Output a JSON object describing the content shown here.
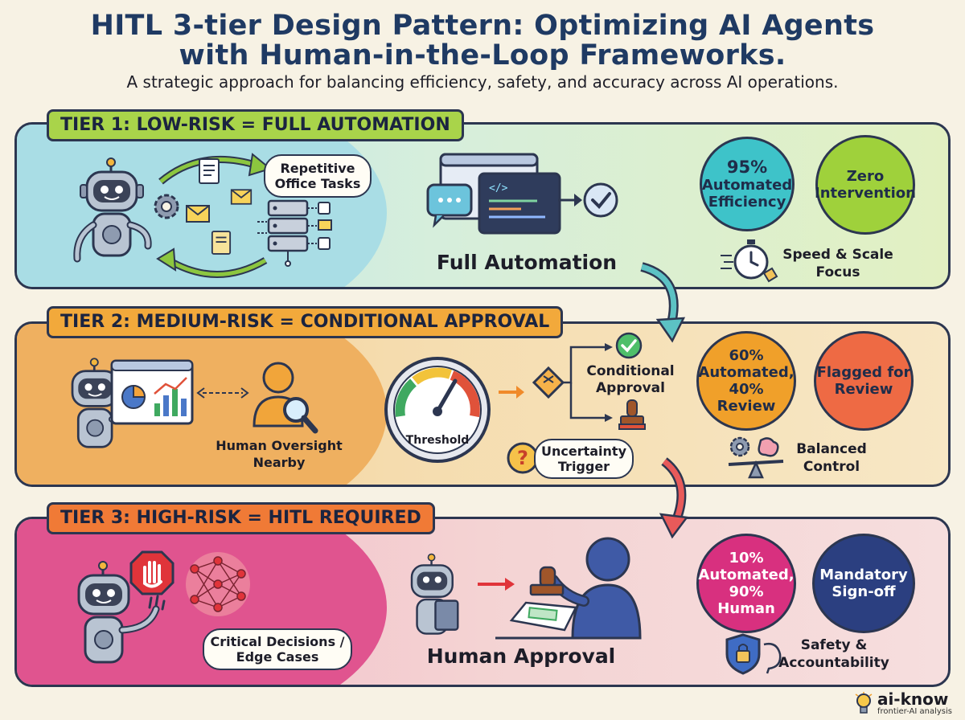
{
  "header": {
    "title_line1": "HITL 3-tier Design Pattern: Optimizing AI Agents",
    "title_line2": "with Human-in-the-Loop Frameworks.",
    "subtitle": "A strategic approach for balancing efficiency, safety, and accuracy across AI operations."
  },
  "tier1": {
    "label": "TIER 1: LOW-RISK = FULL AUTOMATION",
    "bubble_line1": "Repetitive",
    "bubble_line2": "Office Tasks",
    "caption": "Full Automation",
    "stat1_line1": "95%",
    "stat1_line2": "Automated",
    "stat1_line3": "Efficiency",
    "stat2_line1": "Zero",
    "stat2_line2": "Intervention",
    "focus_line1": "Speed & Scale",
    "focus_line2": "Focus"
  },
  "tier2": {
    "label": "TIER 2: MEDIUM-RISK = CONDITIONAL APPROVAL",
    "oversight_line1": "Human Oversight",
    "oversight_line2": "Nearby",
    "gauge_label": "Threshold",
    "approval_line1": "Conditional",
    "approval_line2": "Approval",
    "trigger_line1": "Uncertainty",
    "trigger_line2": "Trigger",
    "stat1_line1": "60%",
    "stat1_line2": "Automated,",
    "stat1_line3": "40% Review",
    "stat2_line1": "Flagged for",
    "stat2_line2": "Review",
    "focus_line1": "Balanced",
    "focus_line2": "Control"
  },
  "tier3": {
    "label": "TIER 3: HIGH-RISK = HITL REQUIRED",
    "bubble_line1": "Critical Decisions /",
    "bubble_line2": "Edge Cases",
    "caption": "Human Approval",
    "stat1_line1": "10%",
    "stat1_line2": "Automated,",
    "stat1_line3": "90% Human",
    "stat2_line1": "Mandatory",
    "stat2_line2": "Sign-off",
    "focus_line1": "Safety &",
    "focus_line2": "Accountability"
  },
  "logo": {
    "name": "ai-know",
    "tagline": "frontier-AI analysis"
  },
  "colors": {
    "tier1_accent": "#a9d44a",
    "tier2_accent": "#f2a93b",
    "tier3_accent": "#f07a36",
    "efficiency_circle": "#3ec3c9",
    "zero_circle": "#9fd13b",
    "automated60_circle": "#f0a02a",
    "flagged_circle": "#ee6a44",
    "automated10_circle": "#d8307f",
    "mandatory_circle": "#2b3f80"
  },
  "icons": [
    "robot-icon",
    "gear-icon",
    "document-icon",
    "envelope-icon",
    "server-icon",
    "code-window-icon",
    "chat-icon",
    "checkmark-icon",
    "stopwatch-icon",
    "person-icon",
    "magnifier-icon",
    "chart-icon",
    "gauge-icon",
    "decision-diamond-icon",
    "stamp-icon",
    "question-icon",
    "brain-icon",
    "balance-icon",
    "stop-hand-icon",
    "neural-network-icon",
    "shield-lock-icon",
    "lightbulb-icon"
  ]
}
